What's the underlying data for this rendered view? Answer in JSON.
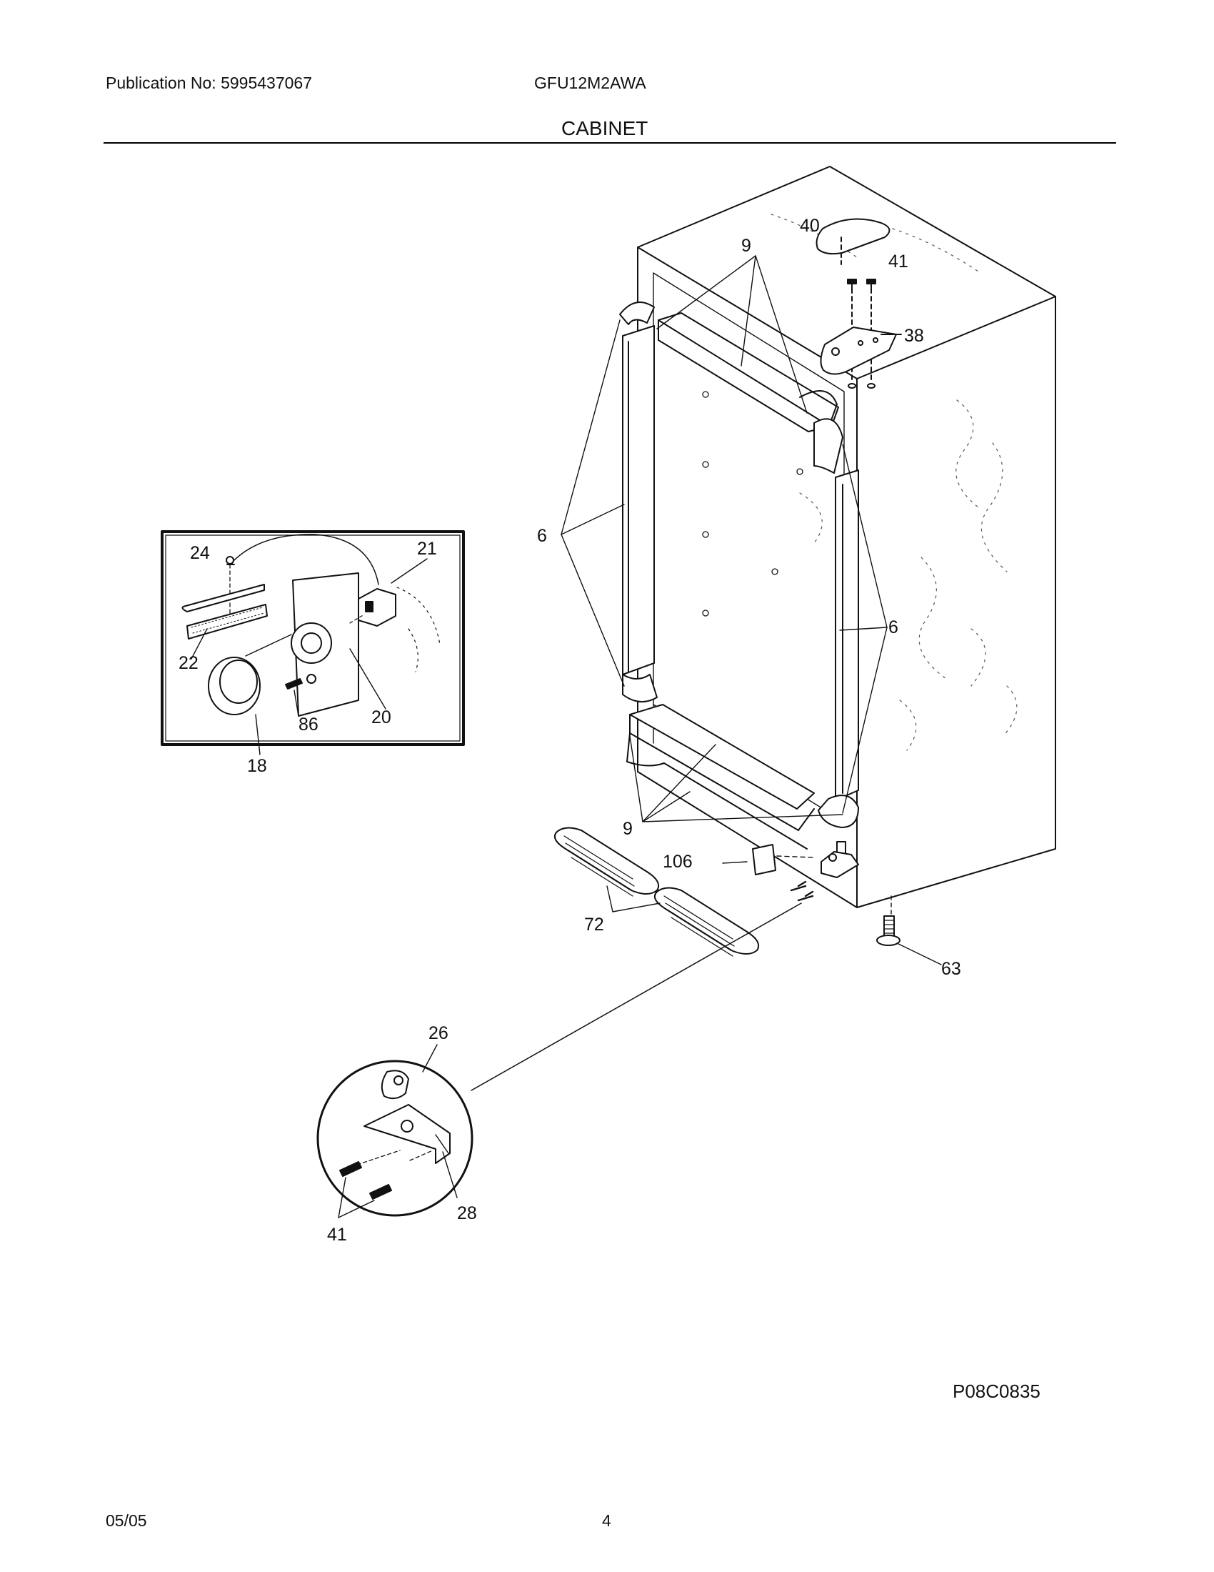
{
  "header": {
    "publication": "Publication No: 5995437067",
    "model": "GFU12M2AWA",
    "section_title": "CABINET"
  },
  "footer": {
    "drawing_code": "P08C0835",
    "date": "05/05",
    "page_number": "4"
  },
  "callouts": {
    "c6a": "6",
    "c6b": "6",
    "c9a": "9",
    "c9b": "9",
    "c18": "18",
    "c20": "20",
    "c21": "21",
    "c22": "22",
    "c24": "24",
    "c26": "26",
    "c28": "28",
    "c38": "38",
    "c40": "40",
    "c41a": "41",
    "c41b": "41",
    "c63": "63",
    "c72": "72",
    "c86": "86",
    "c106": "106"
  }
}
